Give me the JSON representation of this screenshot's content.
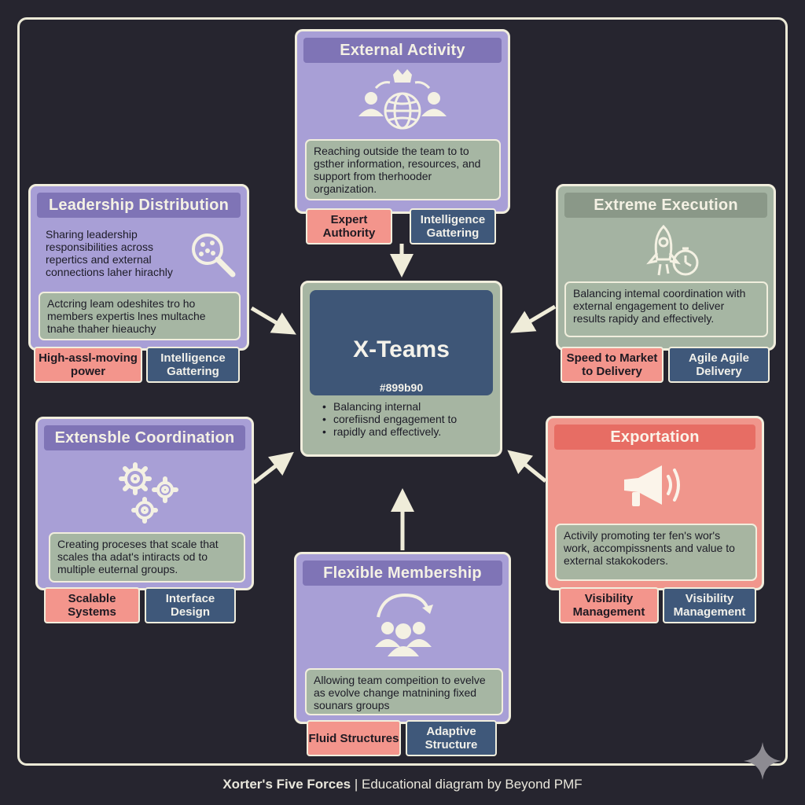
{
  "center": {
    "title": "X-Teams",
    "hex": "#899b90",
    "bullets": [
      "Balancing internal",
      "corefiisnd engagement to",
      "rapidly and effectively."
    ]
  },
  "external_activity": {
    "title": "External Activity",
    "icon": "globe-people-crown-icon",
    "description": "Reaching outside the team to to gsther information, resources, and support from therhooder organization.",
    "tags": [
      "Expert Authority",
      "Intelligence Gattering"
    ]
  },
  "leadership_distribution": {
    "title": "Leadership Distribution",
    "icon": "magnifier-network-icon",
    "text": "Sharing leadership responsibilities across repertics and external connections laher hirachly",
    "description": "Actcring leam odeshites tro ho members expertis lnes multache tnahe thaher hieauchy",
    "tags": [
      "High-assl-moving power",
      "Intelligence Gattering"
    ]
  },
  "extreme_execution": {
    "title": "Extreme Execution",
    "icon": "rocket-stopwatch-icon",
    "description": "Balancing intemal coordination with external engagement to deliver results rapidy and effectively.",
    "tags": [
      "Speed to Market to Delivery",
      "Agile Agile Delivery"
    ]
  },
  "extensible_coordination": {
    "title": "Extensble Coordination",
    "icon": "gears-icon",
    "description": "Creating proceses that scale that scales tha adat's intiracts od to multiple euternal groups.",
    "tags": [
      "Scalable Systems",
      "Interface Design"
    ]
  },
  "exportation": {
    "title": "Exportation",
    "icon": "megaphone-icon",
    "description": "Activily promoting ter fen's wor's work, accompissnents and value to external stakokoders.",
    "tags": [
      "Visibility Management",
      "Visibility Management"
    ]
  },
  "flexible_membership": {
    "title": "Flexible Membership",
    "icon": "people-cycle-icon",
    "description": "Allowing team compeition to evelve as evolve change matnining fixed sounars groups",
    "tags": [
      "Fluid Structures",
      "Adaptive Structure"
    ]
  },
  "footer": {
    "bold": "Xorter's Five Forces",
    "rest": " | Educational diagram by Beyond PMF"
  },
  "colors": {
    "background": "#26252f",
    "purple_card": "#a89fd6",
    "green_card": "#a4b3a2",
    "red_card": "#f0968c",
    "navy": "#3e5677",
    "tag_pink": "#f3958c",
    "tag_blue": "#3f587a",
    "outline": "#f1eedd"
  }
}
